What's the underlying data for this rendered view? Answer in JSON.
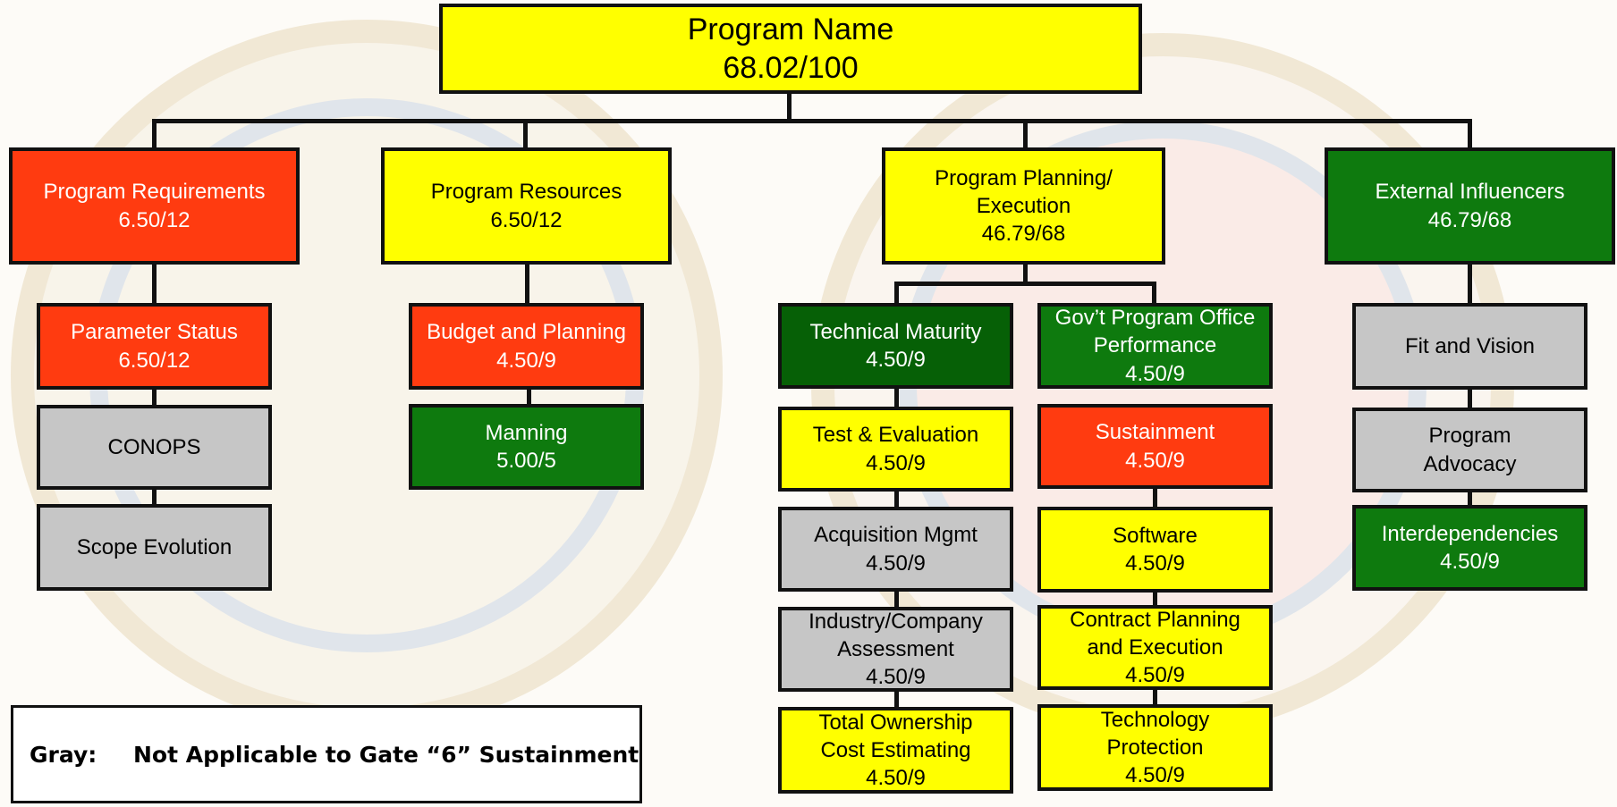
{
  "root": {
    "title": "Program Name",
    "score": "68.02/100",
    "color": "#ffff00"
  },
  "branches": {
    "requirements": {
      "title": "Program Requirements",
      "score": "6.50/12",
      "color": "#ff3b10"
    },
    "resources": {
      "title": "Program Resources",
      "score": "6.50/12",
      "color": "#ffff00"
    },
    "planning": {
      "title": "Program Planning/ Execution",
      "score": "46.79/68",
      "color": "#ffff00"
    },
    "external": {
      "title": "External Influencers",
      "score": "46.79/68",
      "color": "#0e7a0e"
    }
  },
  "leaves": {
    "parameter_status": {
      "title": "Parameter Status",
      "score": "6.50/12",
      "color": "#ff3b10"
    },
    "conops": {
      "title": "CONOPS",
      "color": "#c6c6c6"
    },
    "scope_evolution": {
      "title": "Scope Evolution",
      "color": "#c6c6c6"
    },
    "budget_planning": {
      "title": "Budget and Planning",
      "score": "4.50/9",
      "color": "#ff3b10"
    },
    "manning": {
      "title": "Manning",
      "score": "5.00/5",
      "color": "#0e7a0e"
    },
    "technical_maturity": {
      "title": "Technical Maturity",
      "score": "4.50/9",
      "color": "#066006"
    },
    "test_evaluation": {
      "title": "Test & Evaluation",
      "score": "4.50/9",
      "color": "#ffff00"
    },
    "acquisition_mgmt": {
      "title": "Acquisition Mgmt",
      "score": "4.50/9",
      "color": "#c6c6c6"
    },
    "industry_assessment": {
      "title": "Industry/Company Assessment",
      "score": "4.50/9",
      "color": "#c6c6c6"
    },
    "toc_estimating": {
      "title": "Total Ownership Cost Estimating",
      "score": "4.50/9",
      "color": "#ffff00"
    },
    "gov_office_performance": {
      "title": "Gov’t Program Office Performance",
      "score": "4.50/9",
      "color": "#0e7a0e"
    },
    "sustainment": {
      "title": "Sustainment",
      "score": "4.50/9",
      "color": "#ff3b10"
    },
    "software": {
      "title": "Software",
      "score": "4.50/9",
      "color": "#ffff00"
    },
    "contract_planning": {
      "title": "Contract Planning and Execution",
      "score": "4.50/9",
      "color": "#ffff00"
    },
    "technology_protection": {
      "title": "Technology Protection",
      "score": "4.50/9",
      "color": "#ffff00"
    },
    "fit_vision": {
      "title": "Fit and Vision",
      "color": "#c6c6c6"
    },
    "program_advocacy": {
      "title": "Program Advocacy",
      "color": "#c6c6c6"
    },
    "interdependencies": {
      "title": "Interdependencies",
      "score": "4.50/9",
      "color": "#0e7a0e"
    }
  },
  "legend": {
    "key": "Gray:",
    "text": "Not Applicable to Gate “6” Sustainment"
  }
}
